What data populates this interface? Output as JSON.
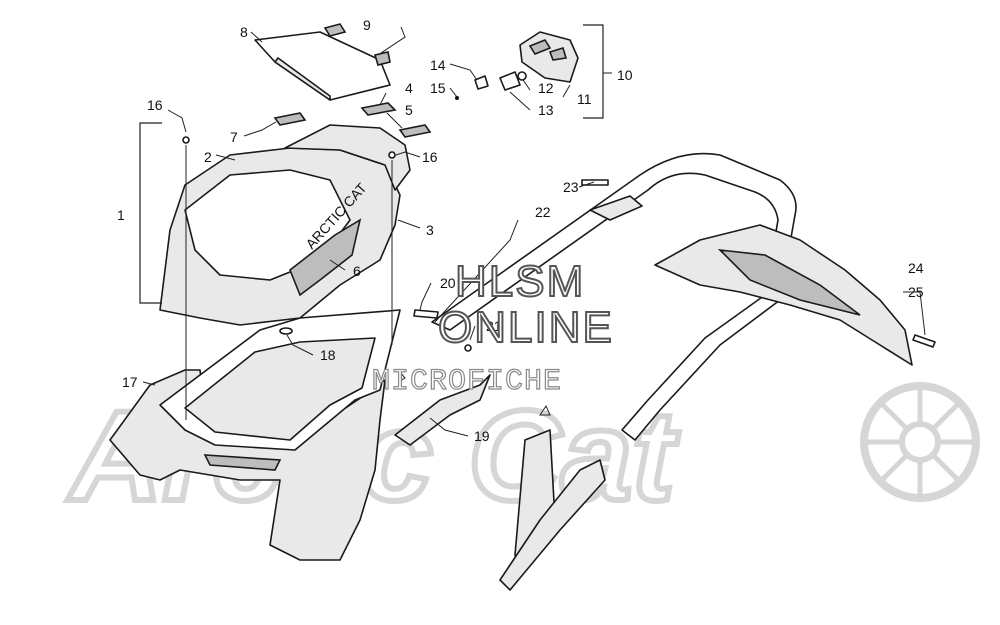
{
  "watermark": {
    "line1": "HLSM",
    "line2": "ONLINE",
    "line3": "MICROFICHE",
    "logo": "Arctic Cat"
  },
  "decals": {
    "hood_text": "ARCTIC CAT"
  },
  "callouts": [
    {
      "id": "c1",
      "label": "1"
    },
    {
      "id": "c2",
      "label": "2"
    },
    {
      "id": "c3",
      "label": "3"
    },
    {
      "id": "c4",
      "label": "4"
    },
    {
      "id": "c5",
      "label": "5"
    },
    {
      "id": "c6",
      "label": "6"
    },
    {
      "id": "c7",
      "label": "7"
    },
    {
      "id": "c8",
      "label": "8"
    },
    {
      "id": "c9",
      "label": "9"
    },
    {
      "id": "c10",
      "label": "10"
    },
    {
      "id": "c11",
      "label": "11"
    },
    {
      "id": "c12",
      "label": "12"
    },
    {
      "id": "c13",
      "label": "13"
    },
    {
      "id": "c14",
      "label": "14"
    },
    {
      "id": "c15",
      "label": "15"
    },
    {
      "id": "c16a",
      "label": "16"
    },
    {
      "id": "c16b",
      "label": "16"
    },
    {
      "id": "c17",
      "label": "17"
    },
    {
      "id": "c18",
      "label": "18"
    },
    {
      "id": "c19",
      "label": "19"
    },
    {
      "id": "c20",
      "label": "20"
    },
    {
      "id": "c21",
      "label": "21"
    },
    {
      "id": "c22",
      "label": "22"
    },
    {
      "id": "c23",
      "label": "23"
    },
    {
      "id": "c24",
      "label": "24"
    },
    {
      "id": "c25",
      "label": "25"
    }
  ]
}
